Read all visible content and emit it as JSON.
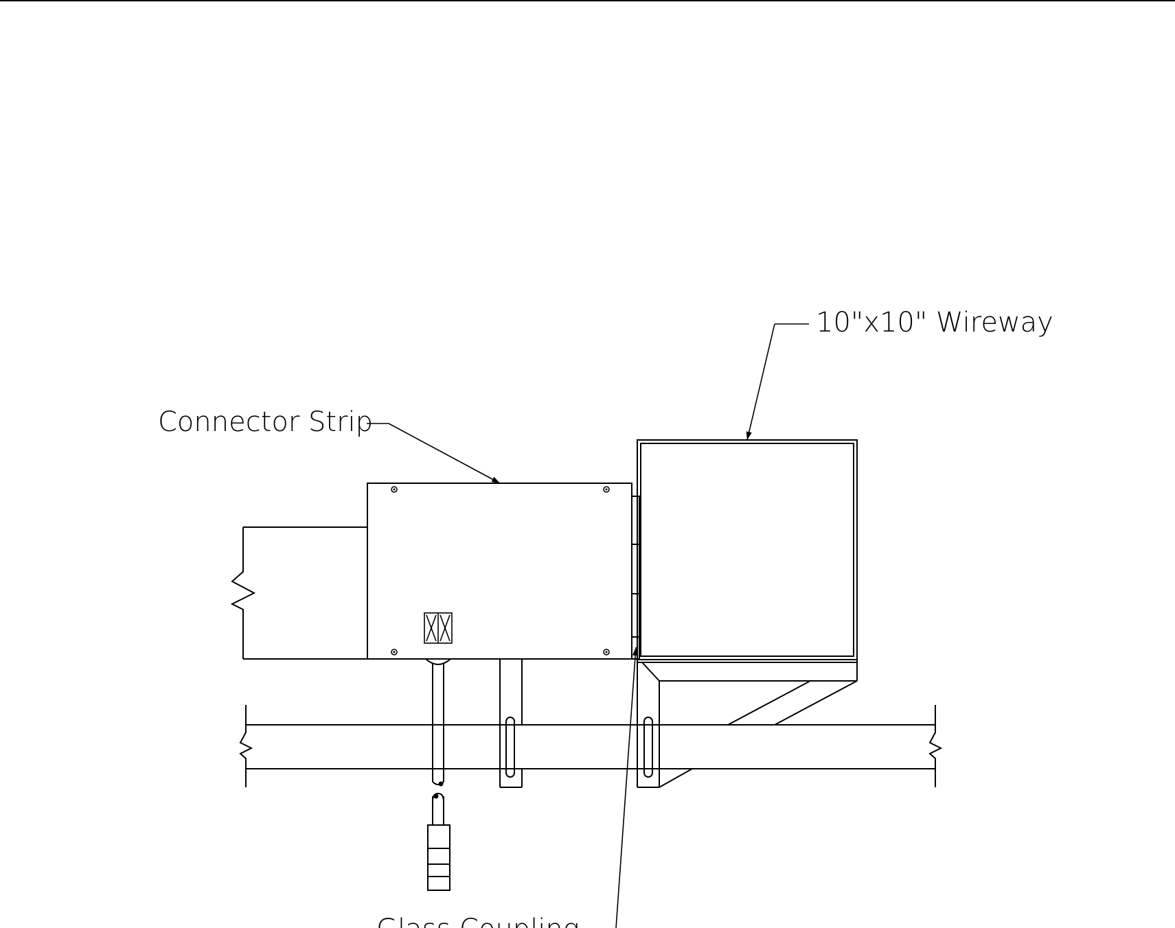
{
  "labels": {
    "wireway": "10\"x10\"  Wireway",
    "connector_strip": "Connector  Strip",
    "glass_coupling": "Glass  Coupling"
  },
  "marks": {
    "xx": "XX"
  },
  "colors": {
    "line": "#000000",
    "background": "#ffffff"
  }
}
